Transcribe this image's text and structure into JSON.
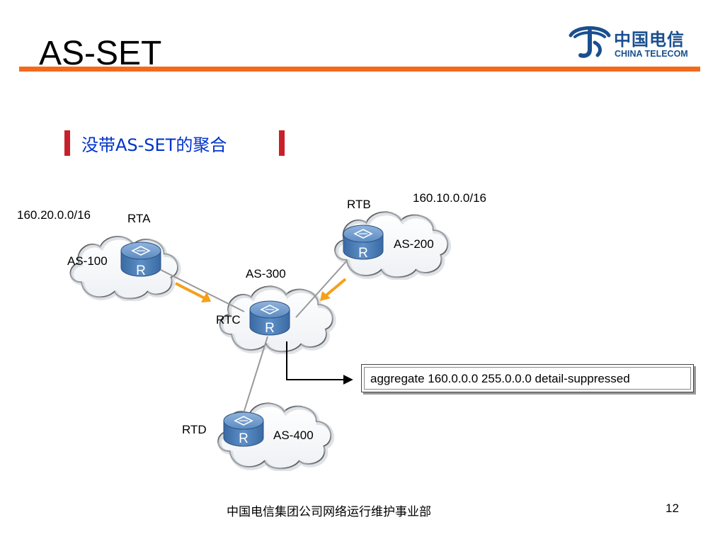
{
  "slide": {
    "title": "AS-SET",
    "subtitle": "没带AS-SET的聚合",
    "footer": "中国电信集团公司网络运行维护事业部",
    "page_number": "12"
  },
  "logo": {
    "name_cn": "中国电信",
    "name_en": "CHINA TELECOM"
  },
  "colors": {
    "title_rule": "#f26b1d",
    "subtitle_text": "#0033cc",
    "bracket": "#c8202a",
    "router": "#4a7db8",
    "link": "#999999",
    "arrow": "#f5a01a",
    "logo": "#1a4f8f"
  },
  "diagram": {
    "routers": [
      {
        "id": "rta",
        "name": "RTA",
        "as": "AS-100",
        "prefix": "160.20.0.0/16",
        "glyph": "R"
      },
      {
        "id": "rtb",
        "name": "RTB",
        "as": "AS-200",
        "prefix": "160.10.0.0/16",
        "glyph": "R"
      },
      {
        "id": "rtc",
        "name": "RTC",
        "as": "AS-300",
        "glyph": "R"
      },
      {
        "id": "rtd",
        "name": "RTD",
        "as": "AS-400",
        "glyph": "R"
      }
    ],
    "links": [
      {
        "from": "RTA",
        "to": "RTC"
      },
      {
        "from": "RTB",
        "to": "RTC"
      },
      {
        "from": "RTC",
        "to": "RTD"
      }
    ],
    "command": "aggregate 160.0.0.0 255.0.0.0 detail-suppressed"
  }
}
